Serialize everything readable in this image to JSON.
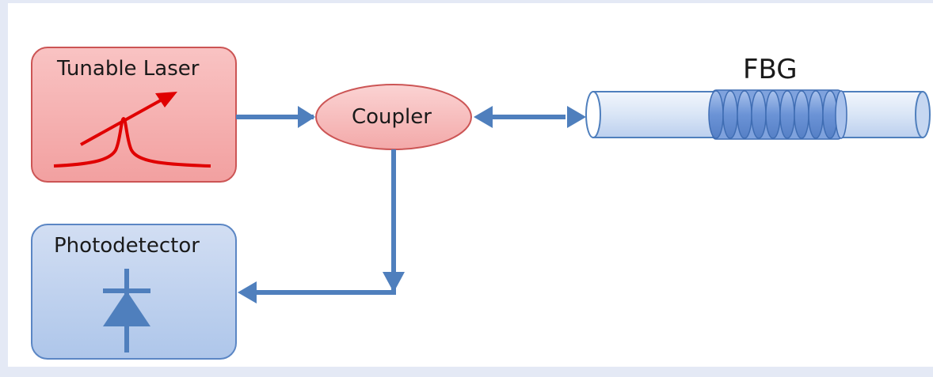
{
  "diagram": {
    "laser_label": "Tunable Laser",
    "photodetector_label": "Photodetector",
    "coupler_label": "Coupler",
    "fbg_label": "FBG"
  },
  "colors": {
    "background": "#e4e9f5",
    "arrow": "#4f7fbd",
    "laser_fill": "#f7b5b5",
    "laser_border": "#cc5555",
    "curve": "#e00000",
    "detector_fill": "#c3d4ef",
    "detector_border": "#5b86c4",
    "fiber_fill": "#dfe9f8",
    "grating_fill": "#6f96d6"
  }
}
